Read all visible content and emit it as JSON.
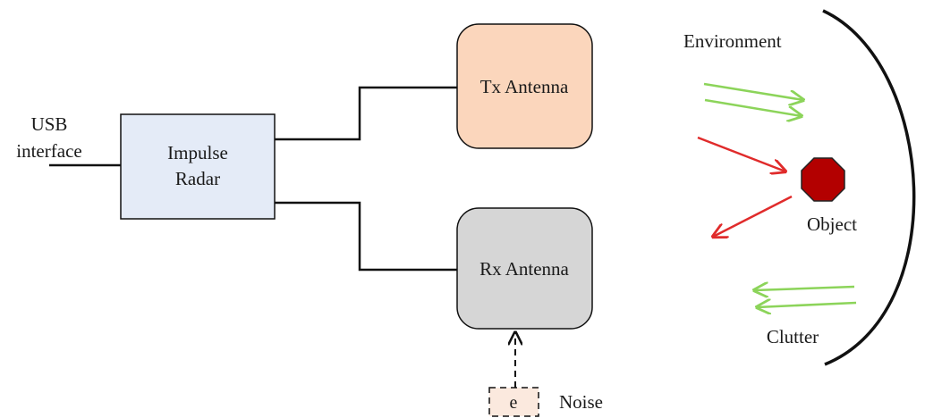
{
  "usb_interface": {
    "line1": "USB",
    "line2": "interface"
  },
  "radar_block": {
    "line1": "Impulse",
    "line2": "Radar",
    "fill_color": "#e4ebf7"
  },
  "tx_antenna": {
    "label": "Tx Antenna",
    "fill_color": "#fbd6bc"
  },
  "rx_antenna": {
    "label": "Rx Antenna",
    "fill_color": "#d6d6d6"
  },
  "noise_block": {
    "symbol": "e",
    "label": "Noise",
    "fill_color": "#fbe9de"
  },
  "environment": {
    "label": "Environment"
  },
  "object": {
    "label": "Object",
    "color": "#b30000"
  },
  "clutter": {
    "label": "Clutter"
  },
  "arrow_colors": {
    "green": "#8cd45a",
    "red": "#e02b2b"
  }
}
